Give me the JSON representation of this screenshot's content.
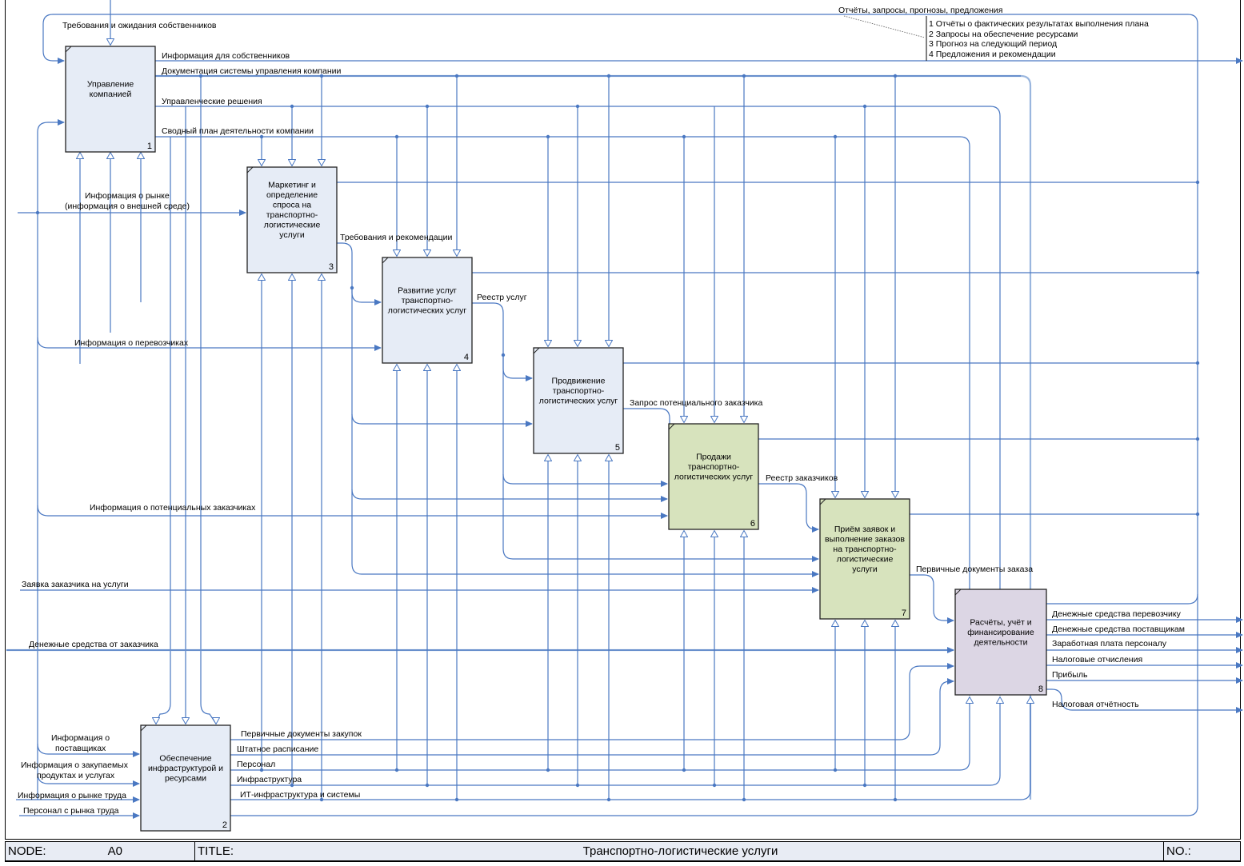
{
  "diagram": {
    "boxes": [
      {
        "id": 1,
        "lines": [
          "Управление",
          "компанией"
        ],
        "number": "1",
        "fill": "#e6ecf6"
      },
      {
        "id": 2,
        "lines": [
          "Обеспечение",
          "инфраструктурой и",
          "ресурсами"
        ],
        "number": "2",
        "fill": "#e6ecf6"
      },
      {
        "id": 3,
        "lines": [
          "Маркетинг  и",
          "определение",
          "спроса на",
          "транспортно-",
          "логистические",
          "услуги"
        ],
        "number": "3",
        "fill": "#e6ecf6"
      },
      {
        "id": 4,
        "lines": [
          "Развитие услуг",
          "транспортно-",
          "логистических услуг"
        ],
        "number": "4",
        "fill": "#e6ecf6"
      },
      {
        "id": 5,
        "lines": [
          "Продвижение",
          "транспортно-",
          "логистических услуг"
        ],
        "number": "5",
        "fill": "#e6ecf6"
      },
      {
        "id": 6,
        "lines": [
          "Продажи",
          "транспортно-",
          "логистических услуг"
        ],
        "number": "6",
        "fill": "#d7e3bd"
      },
      {
        "id": 7,
        "lines": [
          "Приём заявок и",
          "выполнение заказов",
          "на транспортно-",
          "логистические",
          "услуги"
        ],
        "number": "7",
        "fill": "#d7e3bd"
      },
      {
        "id": 8,
        "lines": [
          "Расчёты, учёт и",
          "финансирование",
          "деятельности"
        ],
        "number": "8",
        "fill": "#dcd6e4"
      }
    ],
    "arrow_labels": {
      "owners_requirements": "Требования и ожидания собственников",
      "info_for_owners": "Информация для собственников",
      "mgmt_documentation": "Документация системы управления компании",
      "mgmt_decisions": "Управленческие решения",
      "summary_plan": "Сводный план деятельности компании",
      "market_info_1": "Информация о рынке",
      "market_info_2": "(информация о внешней среде)",
      "requirements_recommendations": "Требования и рекомендации",
      "services_registry": "Реестр услуг",
      "carriers_info": "Информация о перевозчиках",
      "potential_customer_request": "Запрос потенциального заказчика",
      "customers_registry": "Реестр заказчиков",
      "potential_customers_info": "Информация о потенциальных заказчиках",
      "primary_order_docs": "Первичные документы заказа",
      "customer_request": "Заявка заказчика на услуги",
      "customer_money": "Денежные средства от заказчика",
      "carrier_money": "Денежные средства перевозчику",
      "supplier_money": "Денежные средства поставщикам",
      "salary": "Заработная плата персоналу",
      "tax_payments": "Налоговые отчисления",
      "profit": "Прибыль",
      "tax_reporting": "Налоговая отчётность",
      "suppliers_info_1": "Информация о",
      "suppliers_info_2": "поставщиках",
      "purchased_info_1": "Информация о закупаемых",
      "purchased_info_2": "продуктах и услугах",
      "labor_market_info": "Информация о рынке труда",
      "labor_market_staff": "Персонал с рынка труда",
      "purchase_docs": "Первичные документы закупок",
      "staff_schedule": "Штатное расписание",
      "personnel": "Персонал",
      "infrastructure": "Инфраструктура",
      "it_infrastructure": "ИТ-инфраструктура и системы",
      "reports_header": "Отчёты, запросы, прогнозы, предложения"
    },
    "legend_items": [
      "1 Отчёты о фактических результатах выполнения плана",
      "2 Запросы на обеспечение ресурсами",
      "3 Прогноз на следующий период",
      "4 Предложения и рекомендации"
    ],
    "line_color": "#4a78c2"
  },
  "footer": {
    "node_label": "NODE:",
    "node_value": "A0",
    "title_label": "TITLE:",
    "title_value": "Транспортно-логистические услуги",
    "no_label": "NO.:"
  }
}
